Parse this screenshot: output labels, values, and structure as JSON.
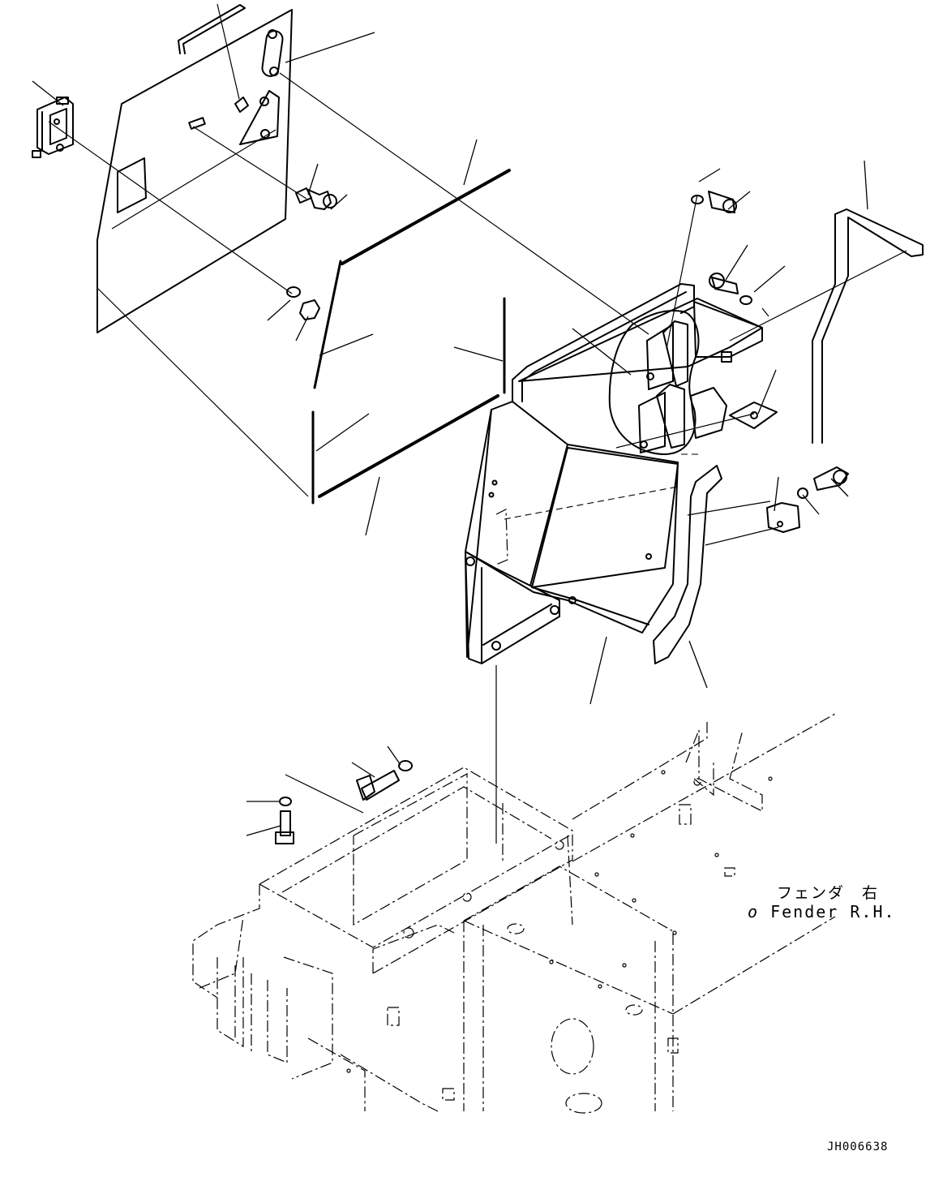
{
  "callout": {
    "name_jp": "フェンダ　右",
    "marker": "o",
    "name_en": "Fender R.H."
  },
  "drawing_number": "JH006638",
  "icons": [
    "floor-frame",
    "fender-panel",
    "cover-plate",
    "bolt",
    "washer",
    "nut",
    "lock",
    "handle",
    "seal-strip",
    "bracket"
  ]
}
